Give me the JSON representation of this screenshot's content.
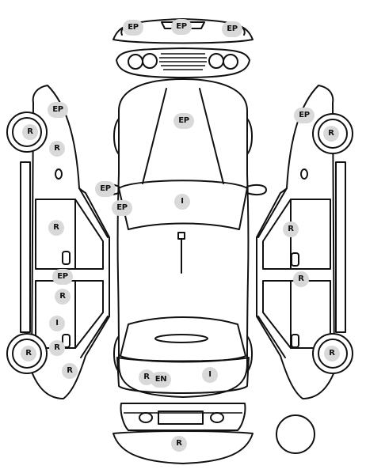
{
  "markers": [
    {
      "code": "EP",
      "zone": "front-bumper-left"
    },
    {
      "code": "EP",
      "zone": "front-bumper-center"
    },
    {
      "code": "EP",
      "zone": "front-bumper-right"
    },
    {
      "code": "EP",
      "zone": "left-front-fender"
    },
    {
      "code": "R",
      "zone": "left-front-wheel"
    },
    {
      "code": "R",
      "zone": "left-front-fender-lower"
    },
    {
      "code": "EP",
      "zone": "hood"
    },
    {
      "code": "EP",
      "zone": "right-front-fender"
    },
    {
      "code": "R",
      "zone": "right-front-wheel"
    },
    {
      "code": "EP",
      "zone": "left-mirror"
    },
    {
      "code": "EP",
      "zone": "windshield-left"
    },
    {
      "code": "I",
      "zone": "windshield"
    },
    {
      "code": "R",
      "zone": "left-front-door"
    },
    {
      "code": "R",
      "zone": "right-front-door"
    },
    {
      "code": "EP",
      "zone": "left-b-pillar"
    },
    {
      "code": "R",
      "zone": "right-b-pillar"
    },
    {
      "code": "R",
      "zone": "left-rear-door"
    },
    {
      "code": "I",
      "zone": "left-rear-window"
    },
    {
      "code": "R",
      "zone": "left-rear-door-lower"
    },
    {
      "code": "R",
      "zone": "left-rear-wheel"
    },
    {
      "code": "R",
      "zone": "left-rear-fender"
    },
    {
      "code": "R",
      "zone": "right-rear-wheel"
    },
    {
      "code": "R",
      "zone": "trunk-left"
    },
    {
      "code": "EN",
      "zone": "trunk-center"
    },
    {
      "code": "I",
      "zone": "trunk-right"
    },
    {
      "code": "R",
      "zone": "rear-bumper"
    }
  ]
}
